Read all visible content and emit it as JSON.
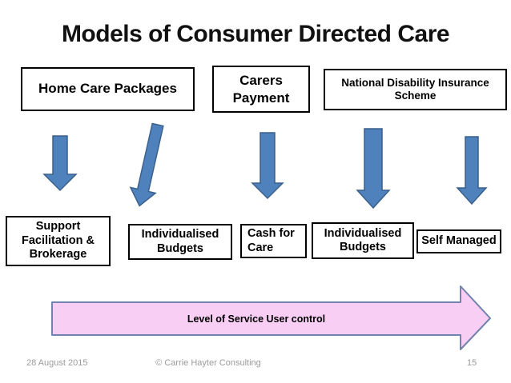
{
  "slide": {
    "title": "Models of Consumer Directed Care",
    "top_boxes": [
      {
        "label": "Home Care Packages"
      },
      {
        "label": "Carers Payment"
      },
      {
        "label": "National Disability Insurance Scheme"
      }
    ],
    "bottom_boxes": [
      {
        "label": "Support Facilitation & Brokerage"
      },
      {
        "label": "Individualised Budgets"
      },
      {
        "label": "Cash for Care"
      },
      {
        "label": "Individualised Budgets"
      },
      {
        "label": "Self Managed"
      }
    ],
    "banner_arrow": {
      "label": "Level of Service User control"
    },
    "footer": {
      "date": "28 August 2015",
      "copyright": "© Carrie Hayter Consulting",
      "page_number": "15"
    },
    "colors": {
      "arrow_blue_fill": "#4F81BD",
      "arrow_blue_border": "#3A618C",
      "banner_pink_fill": "#F9CEF5",
      "banner_pink_border": "#7283AE",
      "box_border": "#000000",
      "title_color": "#111111",
      "footer_gray": "#9B9B9B"
    }
  }
}
